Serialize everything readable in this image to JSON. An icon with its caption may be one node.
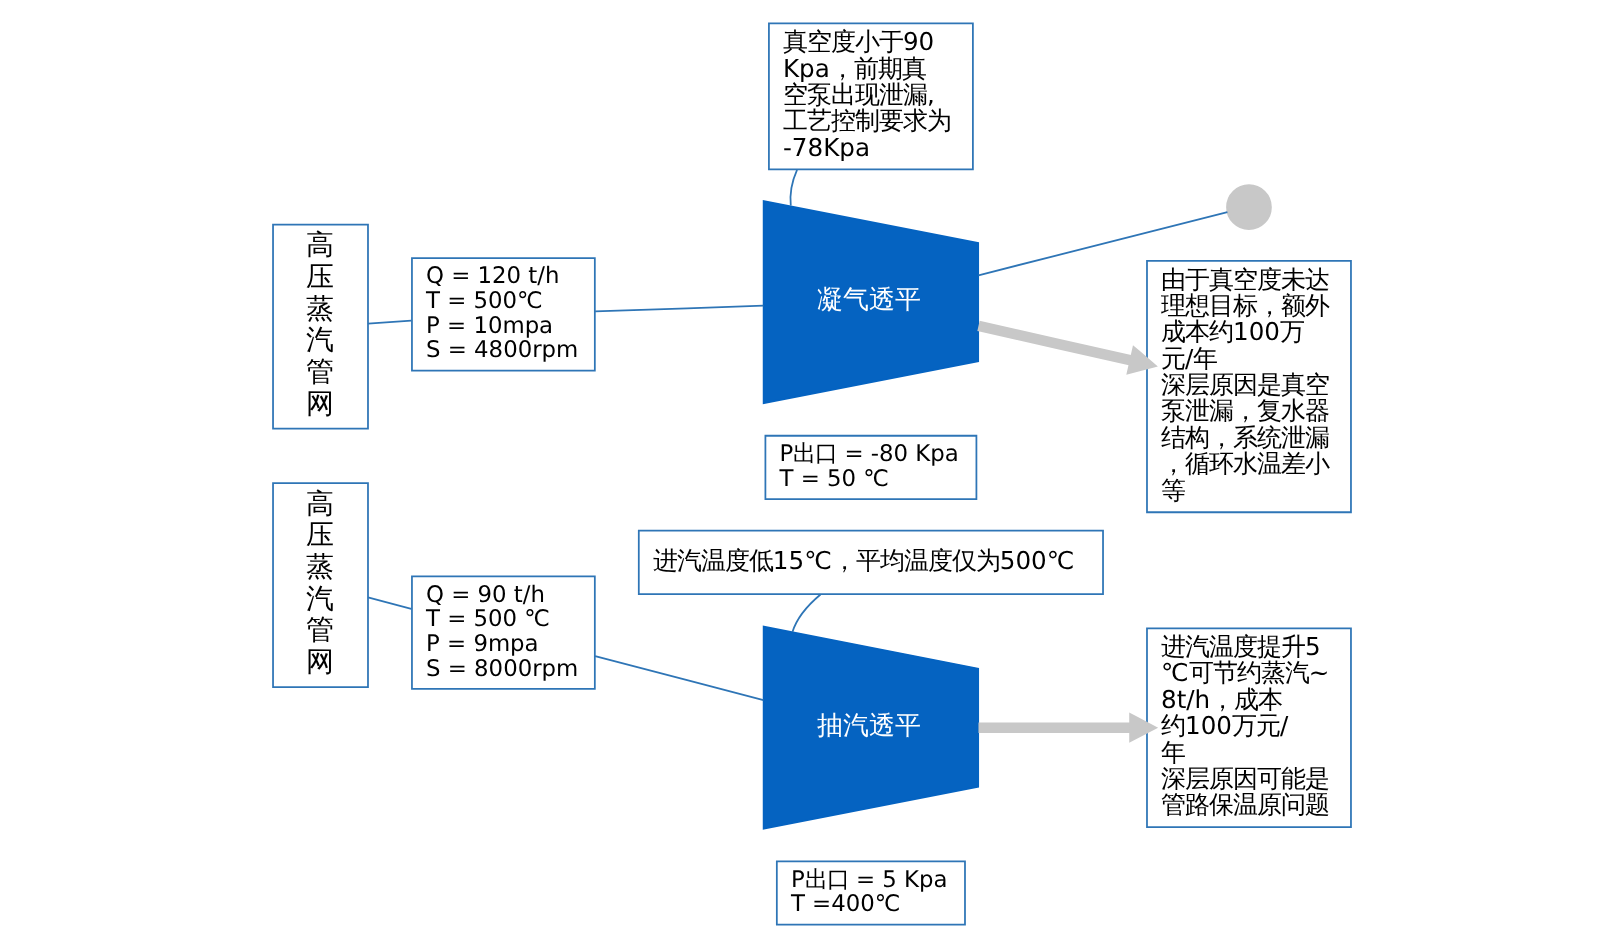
{
  "diagram": {
    "nodes": [
      {
        "text": [
          "高压蒸汽管网"
        ]
      },
      {
        "text": [
          "Q = 120 t/h T = 500℃ P = 10mpa S = 4800rpm"
        ]
      },
      {
        "text": [
          "凝气透平"
        ]
      },
      {
        "text": [
          "真空度小于90Kpa，前期真空泵出现泄漏,工艺控制要求为-78Kpa"
        ]
      },
      {
        "text": [
          "P出口 = -80 Kpa T = 50 ℃"
        ]
      },
      {
        "text": [],
        "shape": "circle"
      },
      {
        "text": [
          "由于真空度未达理想目标，额外成本约100万元/年",
          "深层原因是真空泵泄漏，复水器结构，系统泄漏，循环水温差小等"
        ]
      },
      {
        "text": [
          "高压蒸汽管网"
        ]
      },
      {
        "text": [
          "Q = 90 t/h T = 500 ℃ P = 9mpa S = 8000rpm"
        ]
      },
      {
        "text": [
          "抽汽透平"
        ]
      },
      {
        "text": [
          "进汽温度低15℃，平均温度仅为500℃"
        ]
      },
      {
        "text": [
          "P出口 = 5 Kpa T =400℃"
        ]
      },
      {
        "text": [
          "进汽温度提升5℃可节约蒸汽~8t/h，成本约100万元/年",
          "深层原因可能是管路保温原问题"
        ]
      }
    ],
    "edges": [
      {
        "from": 0,
        "to": 1,
        "arrow": "none"
      },
      {
        "from": 1,
        "to": 2,
        "arrow": "none"
      },
      {
        "from": 3,
        "to": 2,
        "arrow": "none"
      },
      {
        "from": 2,
        "to": 5,
        "arrow": "none"
      },
      {
        "from": 2,
        "to": 6,
        "arrow": "to",
        "style": "thick",
        "color": "#c8c8c8"
      },
      {
        "from": 7,
        "to": 8,
        "arrow": "none"
      },
      {
        "from": 8,
        "to": 9,
        "arrow": "none"
      },
      {
        "from": 10,
        "to": 9,
        "arrow": "none"
      },
      {
        "from": 9,
        "to": 12,
        "arrow": "to",
        "style": "thick",
        "color": "#c8c8c8"
      }
    ]
  }
}
